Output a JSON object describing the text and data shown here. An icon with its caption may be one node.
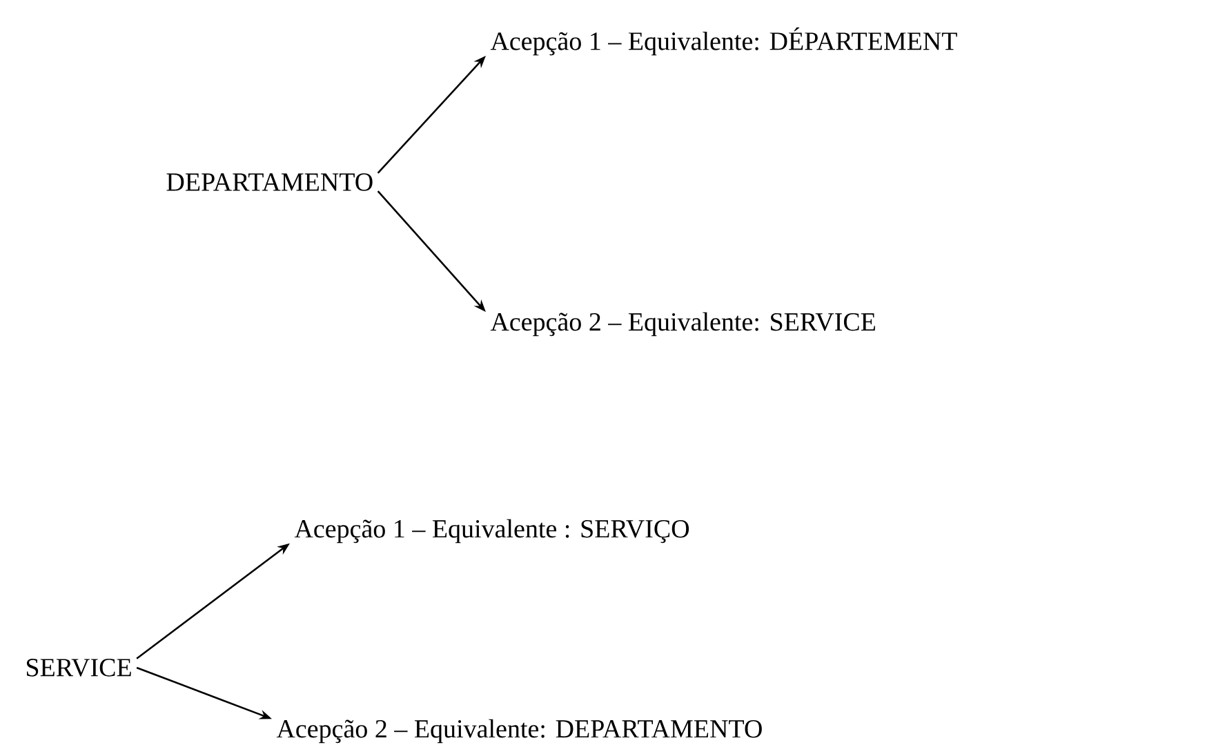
{
  "diagram": {
    "nodes": [
      {
        "text": [
          "DEPARTAMENTO"
        ]
      },
      {
        "text": [
          "Acepção 1 – Equivalente: DÉPARTEMENT"
        ]
      },
      {
        "text": [
          "Acepção 2 – Equivalente: SERVICE"
        ]
      },
      {
        "text": [
          "SERVICE"
        ]
      },
      {
        "text": [
          "Acepção 1 – Equivalente : SERVIÇO"
        ]
      },
      {
        "text": [
          "Acepção 2 – Equivalente: DEPARTAMENTO"
        ]
      }
    ],
    "edges": [
      {
        "from": 0,
        "to": 1,
        "arrow": "to"
      },
      {
        "from": 0,
        "to": 2,
        "arrow": "to"
      },
      {
        "from": 3,
        "to": 4,
        "arrow": "to"
      },
      {
        "from": 3,
        "to": 5,
        "arrow": "to"
      }
    ]
  }
}
